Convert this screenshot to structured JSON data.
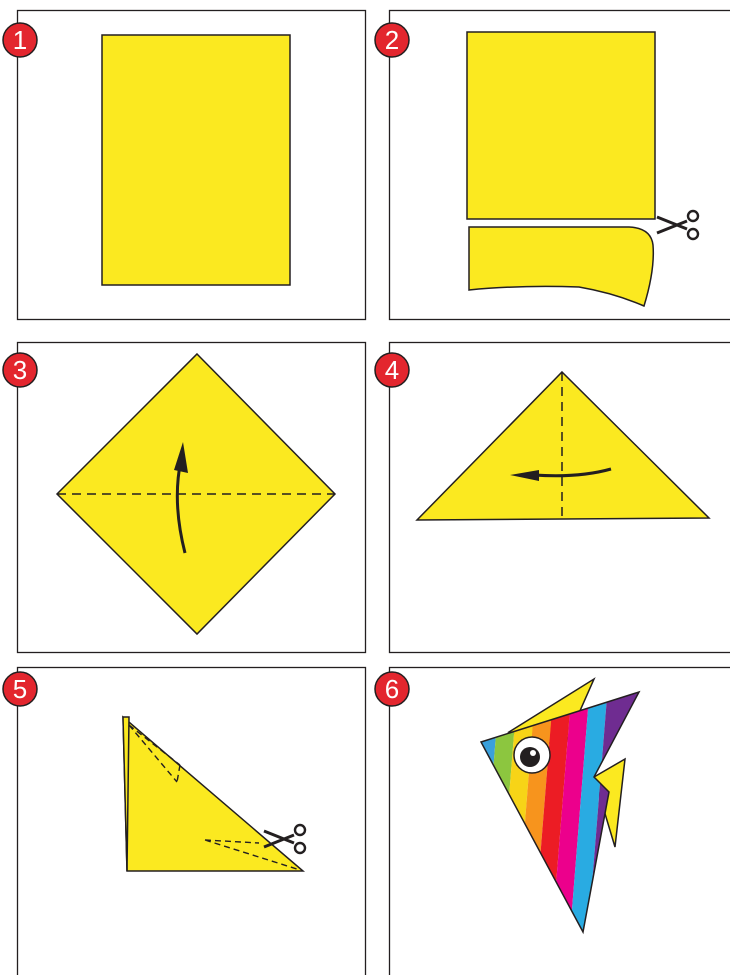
{
  "panels": [
    {
      "step": "1"
    },
    {
      "step": "2"
    },
    {
      "step": "3"
    },
    {
      "step": "4"
    },
    {
      "step": "5"
    },
    {
      "step": "6"
    }
  ],
  "colors": {
    "paper": "#fbe920",
    "outline": "#231f20",
    "badge": "#e3262e",
    "badge_stroke": "#231f20",
    "rainbow": [
      "#3aa0dc",
      "#8cc63f",
      "#f7d417",
      "#f7941d",
      "#ec1c24",
      "#ec008c",
      "#29abe2",
      "#6f2c91"
    ]
  },
  "icons": [
    "scissors-icon",
    "fold-arrow-icon",
    "fish-eye-icon"
  ]
}
